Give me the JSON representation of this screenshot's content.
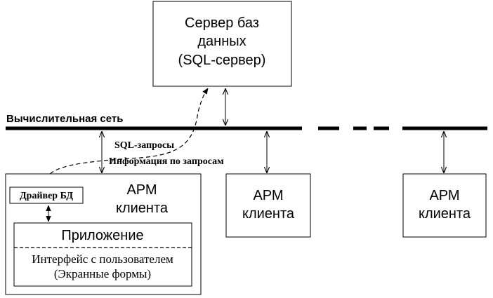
{
  "server": {
    "line1": "Сервер баз",
    "line2": "данных",
    "line3": "(SQL-сервер)"
  },
  "network": {
    "label": "Вычислительная сеть"
  },
  "flows": {
    "sql_queries": "SQL-запросы",
    "query_info": "Информация по запросам"
  },
  "client_main": {
    "line1": "АРМ",
    "line2": "клиента",
    "driver": "Драйвер БД",
    "app_title": "Приложение",
    "ui_line1": "Интерфейс с пользователем",
    "ui_line2": "(Экранные формы)"
  },
  "clients": [
    {
      "line1": "АРМ",
      "line2": "клиента"
    },
    {
      "line1": "АРМ",
      "line2": "клиента"
    }
  ]
}
